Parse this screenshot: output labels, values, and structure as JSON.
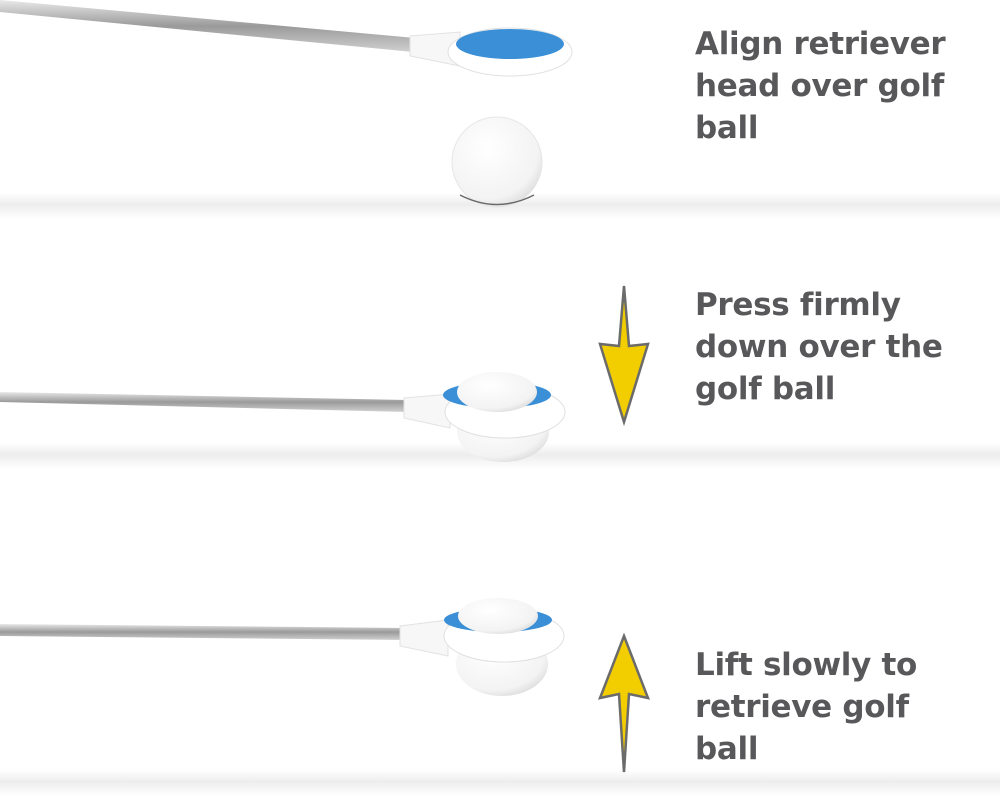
{
  "steps": [
    {
      "lines": [
        "Align retriever",
        "head over golf",
        "ball"
      ],
      "arrow": "none"
    },
    {
      "lines": [
        "Press firmly",
        "down over the",
        "golf ball"
      ],
      "arrow": "down"
    },
    {
      "lines": [
        "Lift slowly to",
        "retrieve golf",
        "ball"
      ],
      "arrow": "up"
    }
  ],
  "colors": {
    "text": "#58585a",
    "arrow_fill": "#f2cd00",
    "arrow_stroke": "#6b6b6b",
    "cup_blue": "#3a8fd6"
  }
}
